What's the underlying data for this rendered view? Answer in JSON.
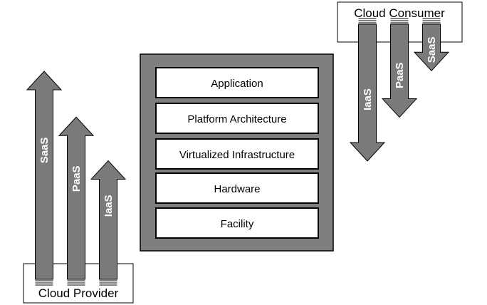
{
  "provider": {
    "label": "Cloud Provider",
    "arrows": [
      {
        "label": "SaaS",
        "relative_length": 1.0
      },
      {
        "label": "PaaS",
        "relative_length": 0.78
      },
      {
        "label": "IaaS",
        "relative_length": 0.57
      }
    ]
  },
  "consumer": {
    "label": "Cloud Consumer",
    "arrows": [
      {
        "label": "IaaS",
        "relative_length": 1.0
      },
      {
        "label": "PaaS",
        "relative_length": 0.68
      },
      {
        "label": "SaaS",
        "relative_length": 0.34
      }
    ]
  },
  "stack": {
    "layers": [
      {
        "label": "Application"
      },
      {
        "label": "Platform Architecture"
      },
      {
        "label": "Virtualized Infrastructure"
      },
      {
        "label": "Hardware"
      },
      {
        "label": "Facility"
      }
    ]
  },
  "colors": {
    "arrow_fill": "#7a7a7a",
    "stack_fill": "#7f7f7f",
    "outline": "#000000",
    "layer_fill": "#ffffff"
  }
}
